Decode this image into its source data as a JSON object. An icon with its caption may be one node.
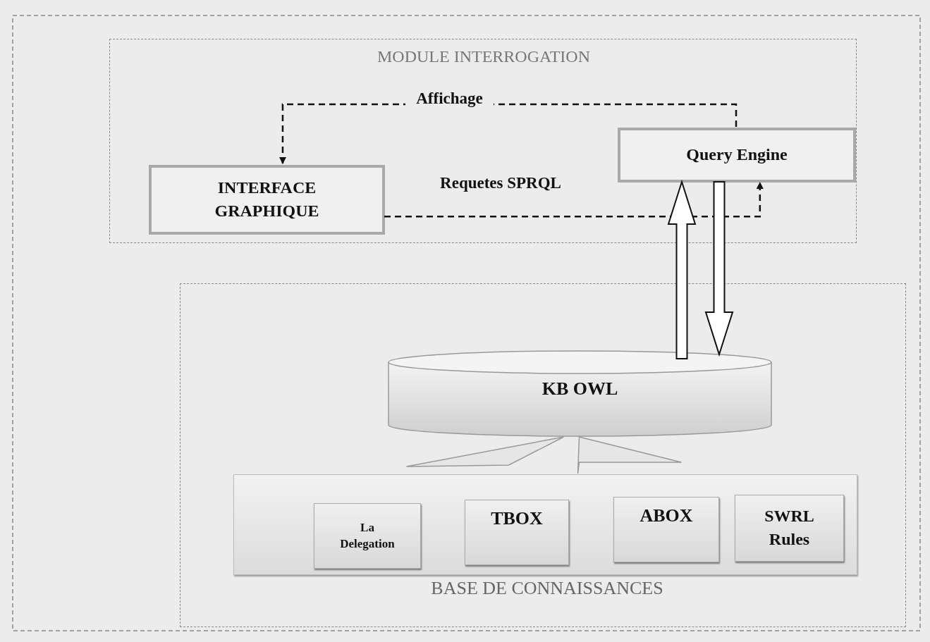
{
  "diagram": {
    "nodes": [
      {
        "text": [
          "MODULE INTERROGATION"
        ]
      },
      {
        "text": [
          "INTERFACE GRAPHIQUE"
        ],
        "in": 0
      },
      {
        "text": [
          "Query Engine"
        ],
        "in": 0
      },
      {
        "text": [
          "BASE DE CONNAISSANCES"
        ]
      },
      {
        "text": [
          "KB OWL"
        ],
        "in": 3
      },
      {
        "text": [],
        "shape": "box",
        "in": 3
      },
      {
        "text": [
          "La Delegation"
        ],
        "in": 5
      },
      {
        "text": [
          "TBOX"
        ],
        "in": 5
      },
      {
        "text": [
          "ABOX"
        ],
        "in": 5
      },
      {
        "text": [
          "SWRL Rules"
        ],
        "in": 5
      }
    ],
    "edges": [
      {
        "from": 2,
        "to": 1,
        "arrow": "to",
        "label": "Affichage",
        "style": "dashed"
      },
      {
        "from": 1,
        "to": 2,
        "arrow": "to",
        "label": "Requetes SPRQL",
        "style": "dashed"
      },
      {
        "from": 4,
        "to": 2,
        "arrow": "to",
        "style": "thick"
      },
      {
        "from": 2,
        "to": 4,
        "arrow": "to",
        "style": "thick"
      },
      {
        "from": 4,
        "to": 5,
        "arrow": "none"
      }
    ]
  }
}
